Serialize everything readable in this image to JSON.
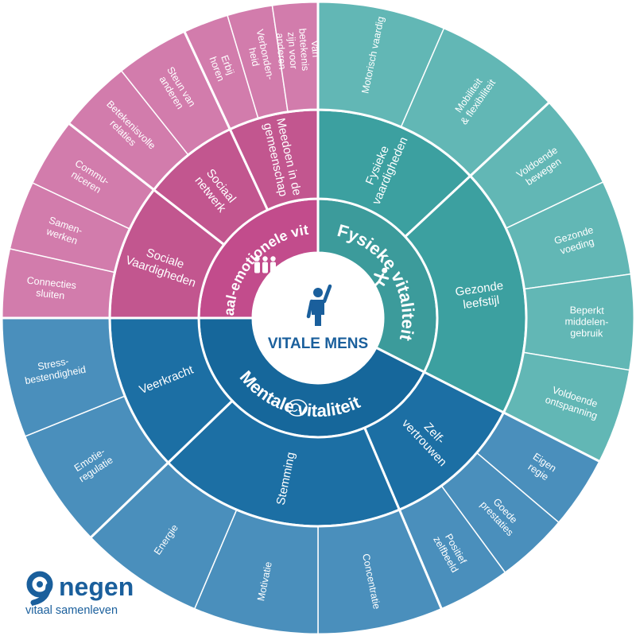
{
  "center": {
    "title": "VITALE MENS"
  },
  "colors": {
    "socialInner": "#c24c8c",
    "socialMid": "#c2568f",
    "socialOuter": "#d27cac",
    "physicalInner": "#3c9b9b",
    "physicalMid": "#3ca0a0",
    "physicalOuter": "#62b7b5",
    "mentalInner": "#16679b",
    "mentalMid": "#1c6fa4",
    "mentalOuter": "#4a8fbc",
    "brand": "#1a5f9c"
  },
  "domains": [
    {
      "key": "social",
      "name": "Sociaal-emotionele vitaliteit",
      "icon": "people-group-icon",
      "start": 270,
      "end": 360,
      "segments": [
        {
          "label": "Sociale\nVaardigheden",
          "start": 270,
          "end": 308,
          "items": [
            {
              "label": "Connecties\nsluiten"
            },
            {
              "label": "Samen-\nwerken"
            },
            {
              "label": "Commu-\nniceren"
            }
          ]
        },
        {
          "label": "Sociaal\nnetwerk",
          "start": 308,
          "end": 335,
          "items": [
            {
              "label": "Betekenisvolle\nrelaties"
            },
            {
              "label": "Steun van\nanderen"
            }
          ]
        },
        {
          "label": "Meedoen in de\ngemeenschap",
          "start": 335,
          "end": 360,
          "items": [
            {
              "label": "Erbij\nhoren"
            },
            {
              "label": "Verbonden-\nheid"
            },
            {
              "label": "Van\nbetekenis\nzijn voor\nanderen"
            }
          ]
        }
      ]
    },
    {
      "key": "physical",
      "name": "Fysieke vitaliteit",
      "icon": "running-person-icon",
      "start": 0,
      "end": 117,
      "segments": [
        {
          "label": "Fysieke\nvaardigheden",
          "start": 0,
          "end": 47,
          "items": [
            {
              "label": "Motorisch vaardig"
            },
            {
              "label": "Mobiliteit\n& flexibiliteit"
            }
          ]
        },
        {
          "label": "Gezonde\nleefstijl",
          "start": 47,
          "end": 117,
          "items": [
            {
              "label": "Voldoende\nbewegen"
            },
            {
              "label": "Gezonde\nvoeding"
            },
            {
              "label": "Beperkt\nmiddelen-\ngebruik"
            },
            {
              "label": "Voldoende\nontspanning"
            }
          ]
        }
      ]
    },
    {
      "key": "mental",
      "name": "Mentale vitaliteit",
      "icon": "brain-icon",
      "start": 117,
      "end": 270,
      "segments": [
        {
          "label": "Zelf-\nvertrouwen",
          "start": 117,
          "end": 157,
          "items": [
            {
              "label": "Eigen\nregie"
            },
            {
              "label": "Goede\nprestaties"
            },
            {
              "label": "Positief\nzelfbeeld"
            }
          ]
        },
        {
          "label": "Stemming",
          "start": 157,
          "end": 226,
          "items": [
            {
              "label": "Concentratie"
            },
            {
              "label": "Motivatie"
            },
            {
              "label": "Energie"
            }
          ]
        },
        {
          "label": "Veerkracht",
          "start": 226,
          "end": 270,
          "items": [
            {
              "label": "Emotie-\nregulatie"
            },
            {
              "label": "Stress-\nbestendigheid"
            }
          ]
        }
      ]
    }
  ],
  "logo": {
    "name": "negen",
    "tagline": "vitaal samenleven",
    "icon": "nine-logo-icon"
  }
}
